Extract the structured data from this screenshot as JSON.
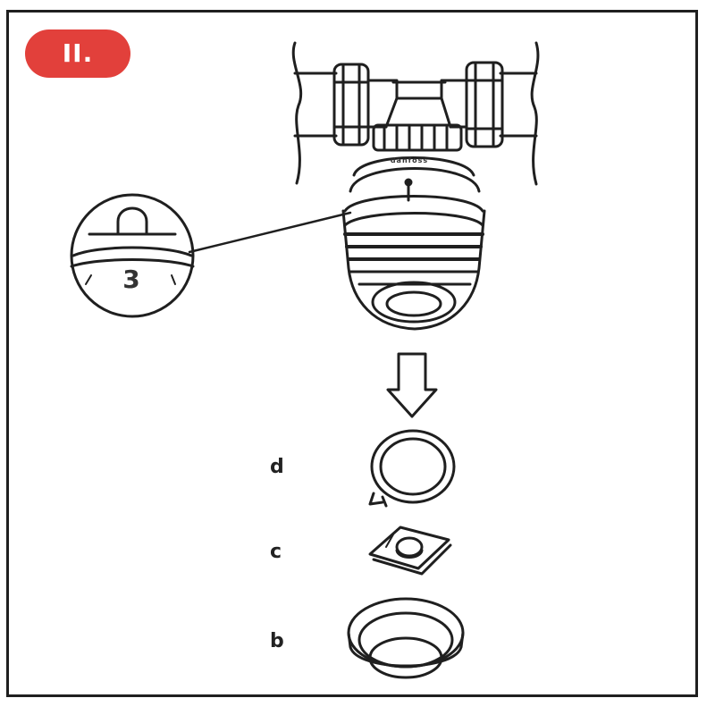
{
  "step": {
    "label": "II."
  },
  "detail": {
    "dial_number": "3"
  },
  "valve": {
    "head_text": "danfoss"
  },
  "parts": [
    {
      "letter": "d",
      "name": "ring"
    },
    {
      "letter": "c",
      "name": "clip-plate"
    },
    {
      "letter": "b",
      "name": "cap"
    }
  ],
  "colors": {
    "accent": "#e2403b",
    "ink": "#1f1f1f",
    "background": "#ffffff"
  }
}
